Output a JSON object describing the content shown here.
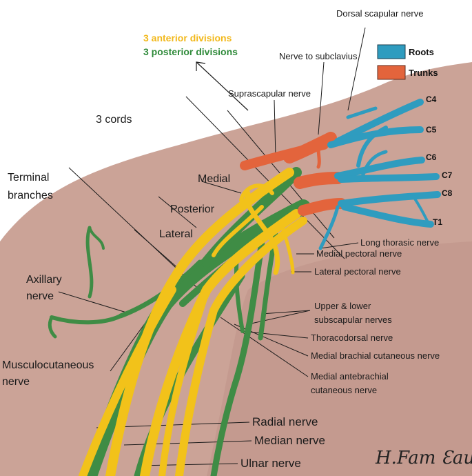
{
  "colors": {
    "roots": "#2f9cbf",
    "trunks": "#e3643c",
    "anterior": "#f2c21a",
    "posterior": "#3f8c45",
    "skin": "#cfa89c"
  },
  "legend": {
    "roots": "Roots",
    "trunks": "Trunks"
  },
  "divisions": {
    "anterior": "3 anterior divisions",
    "posterior": "3 posterior divisions"
  },
  "root_labels": [
    "C4",
    "C5",
    "C6",
    "C7",
    "C8",
    "T1"
  ],
  "left_labels": {
    "cords": "3 cords",
    "terminal_1": "Terminal",
    "terminal_2": "branches",
    "medial": "Medial",
    "posterior": "Posterior",
    "lateral": "Lateral",
    "axillary_1": "Axillary",
    "axillary_2": "nerve",
    "musculo_1": "Musculocutaneous",
    "musculo_2": "nerve"
  },
  "top_labels": {
    "dorsal_scapular": "Dorsal scapular nerve",
    "subclavius": "Nerve to subclavius",
    "suprascapular": "Suprascapular nerve"
  },
  "right_labels": {
    "long_thoracic": "Long thorasic nerve",
    "medial_pectoral": "Medial pectoral nerve",
    "lateral_pectoral": "Lateral pectoral nerve",
    "subscapular_1": "Upper & lower",
    "subscapular_2": "subscapular nerves",
    "thoracodorsal": "Thoracodorsal nerve",
    "medial_brachial": "Medial brachial cutaneous nerve",
    "medial_antebrachial_1": "Medial antebrachial",
    "medial_antebrachial_2": "cutaneous nerve"
  },
  "bottom_labels": {
    "radial": "Radial nerve",
    "median": "Median nerve",
    "ulnar": "Ulnar nerve"
  },
  "signature": "H.Fam Ɛaul"
}
